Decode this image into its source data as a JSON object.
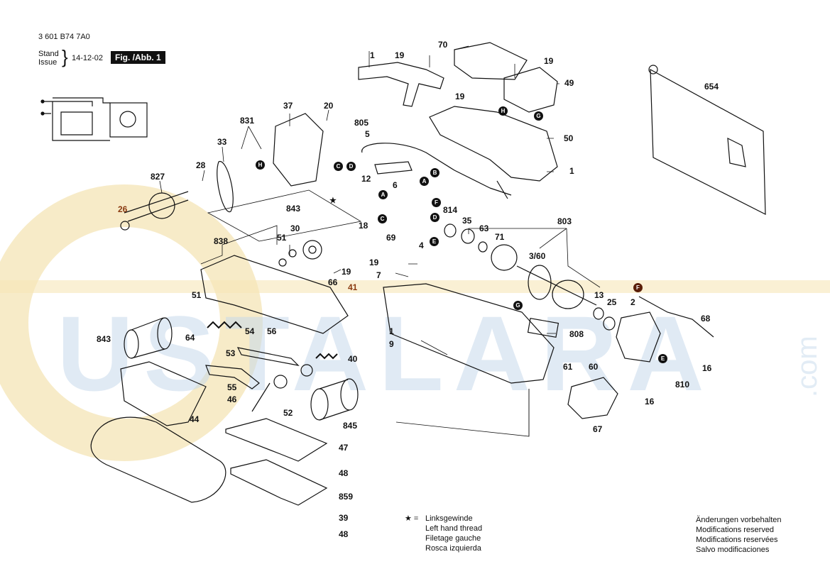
{
  "header": {
    "doc_number": "3 601 B74 7A0",
    "stand_label": "Stand",
    "issue_label": "Issue",
    "date": "14-12-02",
    "figure_label": "Fig. /Abb. 1"
  },
  "watermark": {
    "text": "USTALARA",
    "suffix": ".com"
  },
  "part_numbers": {
    "p1a": "1",
    "p19a": "19",
    "p70": "70",
    "p19b": "19",
    "p49": "49",
    "p19c": "19",
    "p50": "50",
    "p1b": "1",
    "p654": "654",
    "p37": "37",
    "p20": "20",
    "p831": "831",
    "p33": "33",
    "p28": "28",
    "p827": "827",
    "p26": "26",
    "p805": "805",
    "p5": "5",
    "p12": "12",
    "p6": "6",
    "p843a": "843",
    "p814": "814",
    "p35": "35",
    "p63": "63",
    "p71": "71",
    "p803": "803",
    "p18": "18",
    "p69": "69",
    "p4": "4",
    "p838": "838",
    "p51a": "51",
    "p30": "30",
    "p360": "3/60",
    "p19d": "19",
    "p7": "7",
    "p19e": "19",
    "p66": "66",
    "p41": "41",
    "p51b": "51",
    "p13": "13",
    "p25": "25",
    "p2": "2",
    "p68": "68",
    "p843b": "843",
    "p64": "64",
    "p54": "54",
    "p56": "56",
    "p1c": "1",
    "p9": "9",
    "p808": "808",
    "p53": "53",
    "p40": "40",
    "p61": "61",
    "p60": "60",
    "p16a": "16",
    "p55": "55",
    "p46": "46",
    "p52": "52",
    "p44": "44",
    "p845": "845",
    "p67": "67",
    "p810": "810",
    "p16b": "16",
    "p47": "47",
    "p48a": "48",
    "p859": "859",
    "p39": "39",
    "p48b": "48"
  },
  "markers": {
    "A1": "A",
    "B1": "B",
    "A2": "A",
    "C1": "C",
    "D1": "D",
    "C2": "C",
    "F1": "F",
    "D2": "D",
    "E1": "E",
    "H1": "H",
    "G1": "G",
    "H2": "H",
    "G2": "G",
    "F2": "F",
    "E2": "E",
    "star": "★"
  },
  "legend": {
    "symbol": "★ =",
    "lines": [
      "Linksgewinde",
      "Left hand thread",
      "Filetage gauche",
      "Rosca izquierda"
    ]
  },
  "modifications": {
    "lines": [
      "Änderungen vorbehalten",
      "Modifications reserved",
      "Modifications reservées",
      "Salvo modificaciones"
    ]
  },
  "colors": {
    "ink": "#111111",
    "watermark_blue": "#c7d9ec",
    "watermark_yellow": "#f4dc9c",
    "accent_brown": "#8a3a10"
  }
}
